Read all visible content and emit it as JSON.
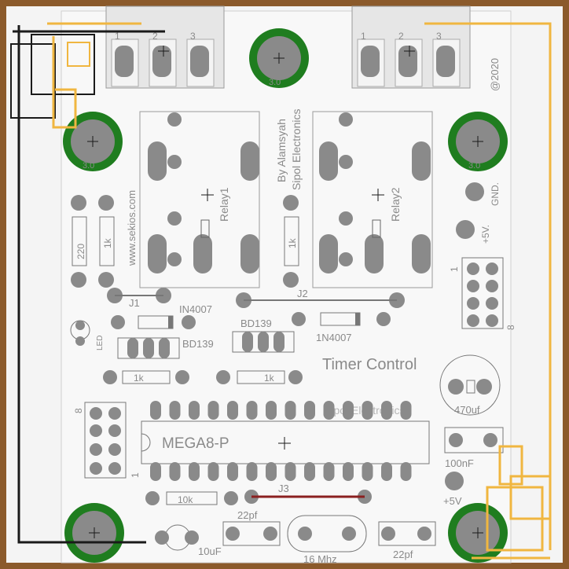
{
  "board": {
    "copyright": "@2020",
    "author_line1": "By Alamsyah",
    "author_line2": "Sipol Electronics",
    "website": "www.sekios.com",
    "title": "Timer Control",
    "watermark": "Sipol Electronics"
  },
  "terminals": {
    "left": [
      "1",
      "2",
      "3"
    ],
    "right": [
      "1",
      "2",
      "3"
    ]
  },
  "mounting_holes": [
    "3.0",
    "3.0",
    "3.0"
  ],
  "relays": [
    "Relay1",
    "Relay2"
  ],
  "components": {
    "r_220": "220",
    "r_1k_a": "1k",
    "r_1k_b": "1k",
    "r_1k_c": "1k",
    "r_1k_d": "1k",
    "r_10k": "10k",
    "diode1": "IN4007",
    "diode2": "1N4007",
    "transistor1": "BD139",
    "transistor2": "BD139",
    "led": "LED",
    "jumper1": "J1",
    "jumper2": "J2",
    "jumper3": "J3",
    "mcu": "MEGA8-P",
    "cap_470": "470uf",
    "cap_100n": "100nF",
    "cap_22p_a": "22pf",
    "cap_22p_b": "22pf",
    "cap_10u": "10uF",
    "crystal": "16 Mhz",
    "gnd": "GND.",
    "plus5v_a": "+5V.",
    "plus5v_b": "+5V",
    "header_right_pin1": "1",
    "header_right_pin8": "8",
    "header_left_pin1": "1",
    "header_left_pin8": "8"
  },
  "colors": {
    "board": "#f4f4f4",
    "pad": "#8a8a8a",
    "ring": "#1f7d1f",
    "frame_dark": "#1a1a1a",
    "frame_gold": "#f0b640",
    "background": "#8b5a2b",
    "trace_red": "#8b2020"
  }
}
